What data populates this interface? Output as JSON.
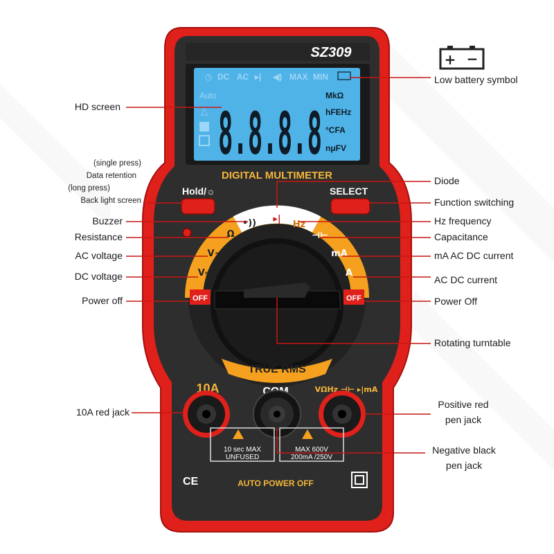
{
  "device": {
    "model": "SZ309",
    "title": "DIGITAL MULTIMETER",
    "true_rms": "TRUE RMS",
    "auto_power_off": "AUTO POWER OFF",
    "ce_mark": "CE",
    "buttons": {
      "hold": "Hold/☼",
      "select": "SELECT"
    },
    "lcd": {
      "top_row": [
        "DC",
        "AC",
        "▸|",
        "◀)",
        "MAX",
        "MIN"
      ],
      "auto": "Auto",
      "digits": "8.8.8.8",
      "units": [
        "MkΩ",
        "hFEHz",
        "°CFA",
        "nμFV"
      ]
    },
    "dial": {
      "top_positions": [
        "•))",
        "▸|",
        "Hz"
      ],
      "side_positions": [
        "Ω",
        "V~",
        "V⎓",
        "⊣⊢",
        "mA",
        "A"
      ],
      "off_left": "OFF",
      "off_right": "OFF"
    },
    "jacks": {
      "ten_a": "10A",
      "com": "COM",
      "positive": "VΩHz ⊣⊢ ▸|mA"
    },
    "warnings": {
      "left_line1": "10 sec MAX",
      "left_line2": "UNFUSED",
      "right_line1": "MAX 600V",
      "right_line2": "200mA /250V"
    },
    "colors": {
      "body_red": "#e0201b",
      "lcd_blue": "#4fb3e8",
      "dial_orange": "#f5a11f",
      "accent_yellow": "#f4b63a"
    }
  },
  "labels": {
    "low_battery": "Low battery symbol",
    "hd_screen": "HD screen",
    "hold_note1": "(single press)",
    "hold_note2": "Data retention",
    "hold_note3": "(long press)",
    "hold_note4": "Back light screen",
    "buzzer": "Buzzer",
    "resistance": "Resistance",
    "ac_voltage": "AC voltage",
    "dc_voltage": "DC voltage",
    "power_off_left": "Power off",
    "ten_a_jack": "10A red jack",
    "diode": "Diode",
    "function_switching": "Function switching",
    "hz_frequency": "Hz frequency",
    "capacitance": "Capacitance",
    "ma_current": "mA AC DC current",
    "acdc_current": "AC DC current",
    "power_off_right": "Power Off",
    "rotating_turntable": "Rotating turntable",
    "positive_jack_1": "Positive red",
    "positive_jack_2": "pen jack",
    "negative_jack_1": "Negative black",
    "negative_jack_2": "pen jack"
  }
}
